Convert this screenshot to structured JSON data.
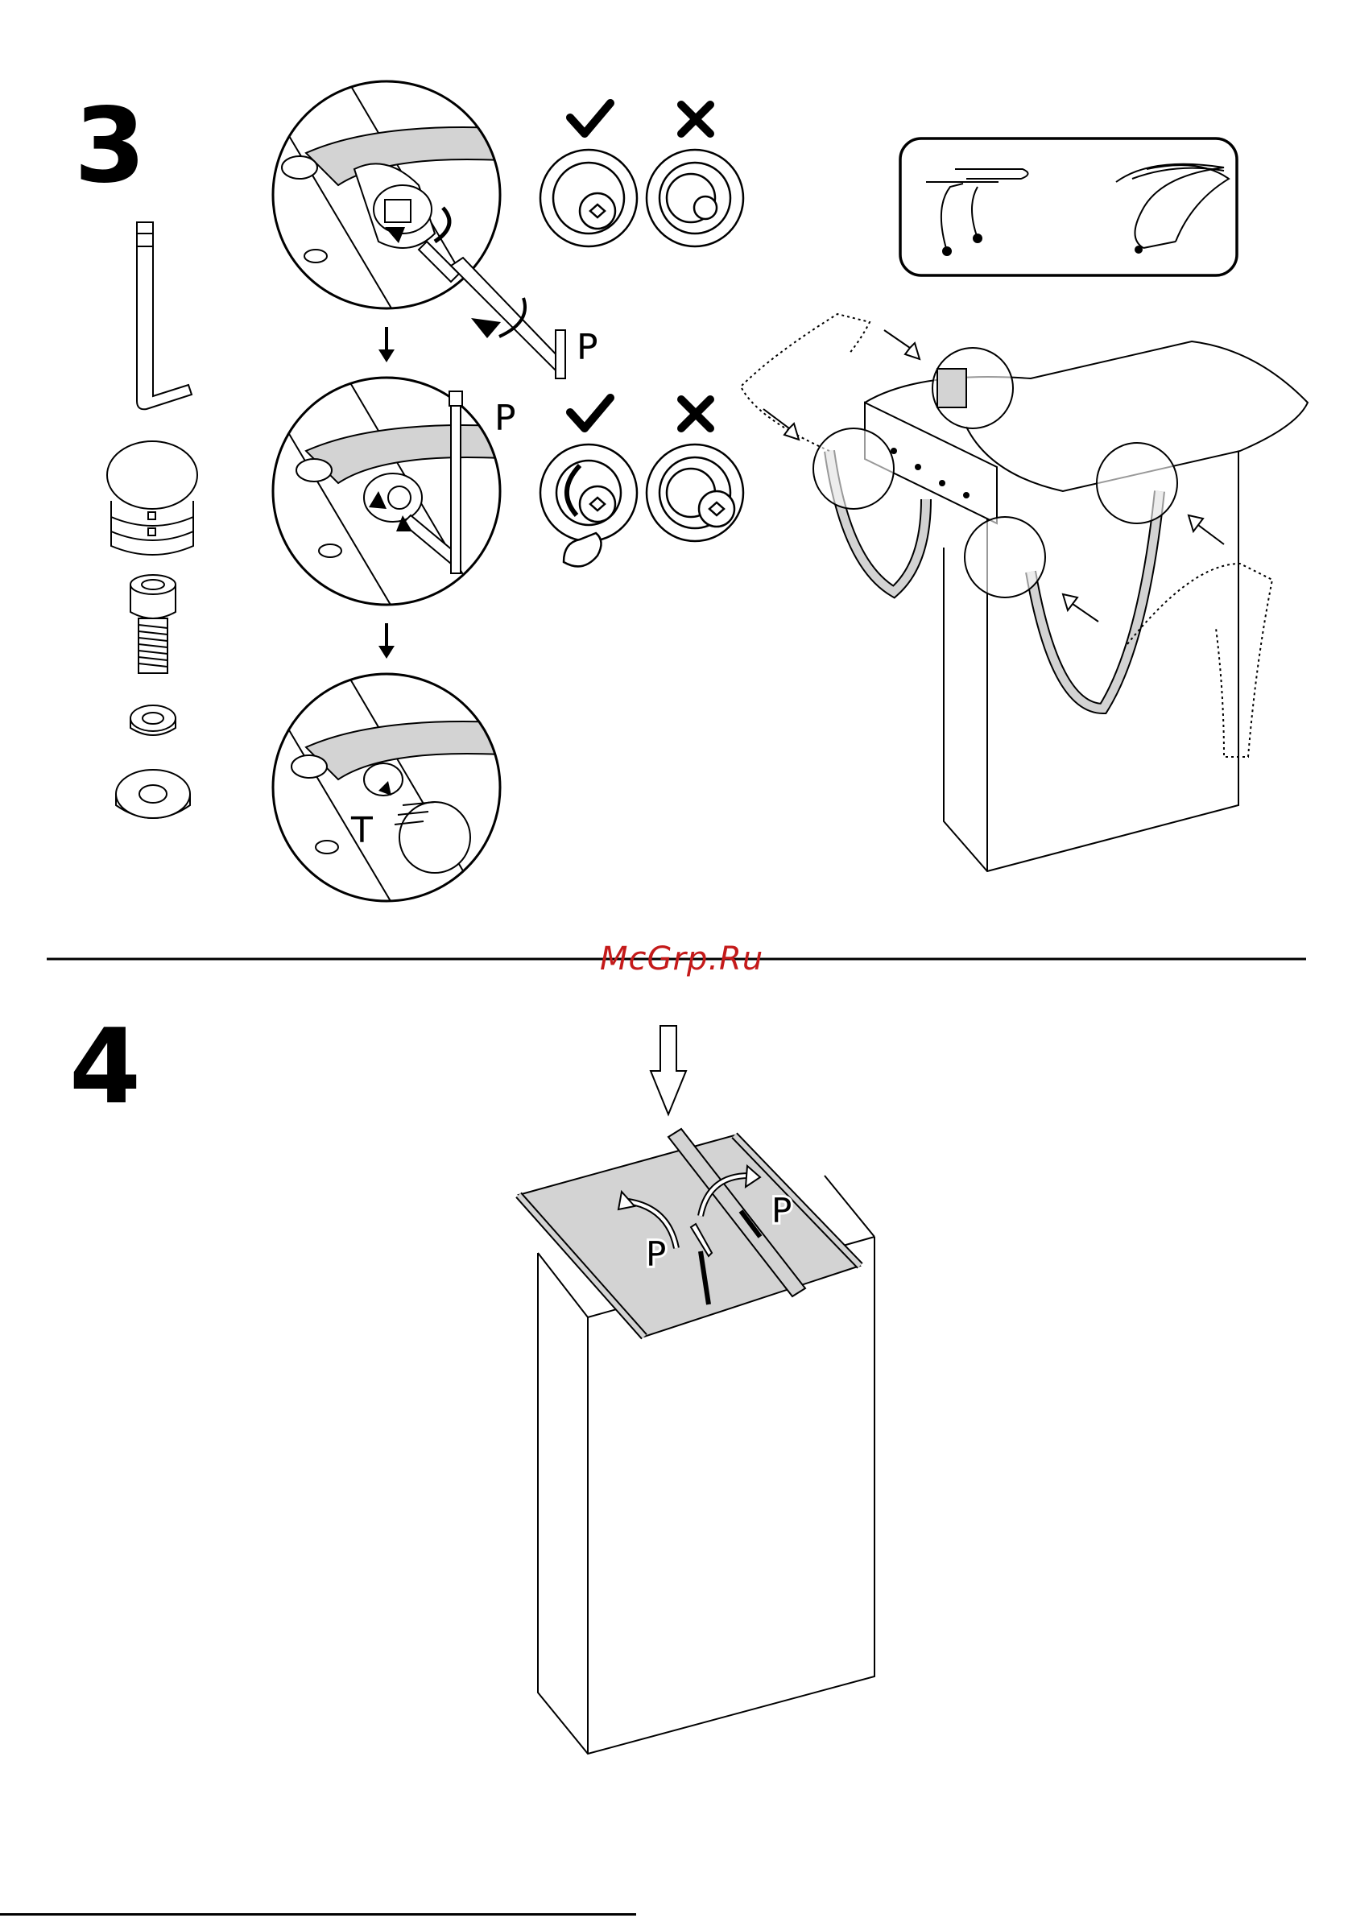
{
  "step3": {
    "number": "3",
    "labels": {
      "pull_top": "P",
      "pull_middle": "P",
      "tighten": "T"
    }
  },
  "step4": {
    "number": "4",
    "labels": {
      "pull_left": "P",
      "pull_right": "P"
    }
  },
  "watermark": "McGrp.Ru",
  "icons": {
    "correct": "check-icon",
    "incorrect": "cross-icon",
    "direction": "arrow-down-icon"
  }
}
